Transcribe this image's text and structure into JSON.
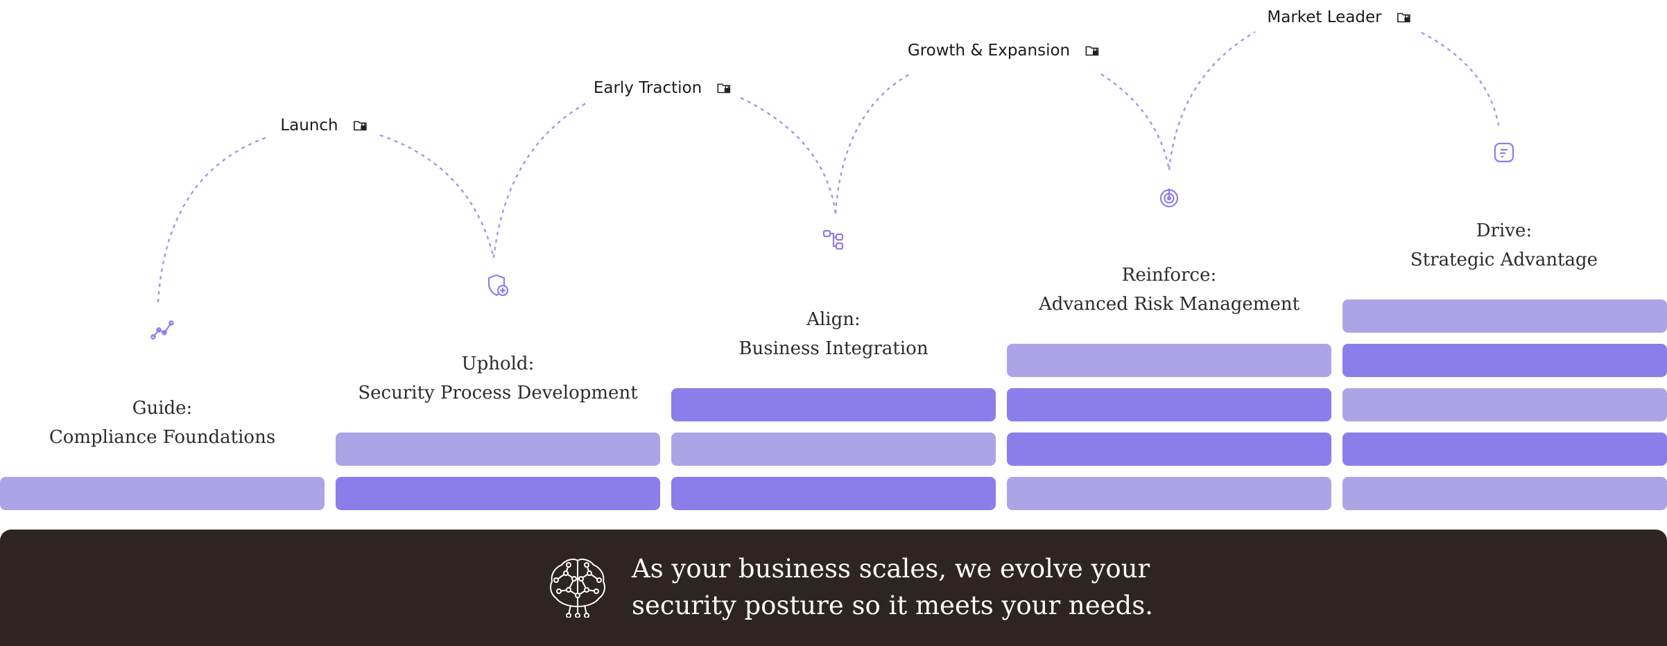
{
  "stages": [
    {
      "label": "Launch",
      "icon": "folder-lock-icon"
    },
    {
      "label": "Early Traction",
      "icon": "folder-lock-icon"
    },
    {
      "label": "Growth & Expansion",
      "icon": "folder-lock-icon"
    },
    {
      "label": "Market Leader",
      "icon": "folder-lock-icon"
    }
  ],
  "phases": [
    {
      "verb": "Guide:",
      "subtitle": "Compliance Foundations",
      "icon": "line-chart-icon",
      "blocks": [
        "light"
      ]
    },
    {
      "verb": "Uphold:",
      "subtitle": "Security Process Development",
      "icon": "shield-plus-icon",
      "blocks": [
        "light",
        "dark"
      ]
    },
    {
      "verb": "Align:",
      "subtitle": "Business Integration",
      "icon": "workflow-icon",
      "blocks": [
        "dark",
        "light",
        "dark"
      ]
    },
    {
      "verb": "Reinforce:",
      "subtitle": "Advanced Risk Management",
      "icon": "target-icon",
      "blocks": [
        "light",
        "dark",
        "dark",
        "light"
      ]
    },
    {
      "verb": "Drive:",
      "subtitle": "Strategic Advantage",
      "icon": "document-icon",
      "blocks": [
        "light",
        "dark",
        "light",
        "dark",
        "light"
      ]
    }
  ],
  "banner": {
    "line1": "As your business scales, we evolve your",
    "line2": "security posture so it meets your needs.",
    "icon": "brain-network-icon"
  },
  "colors": {
    "block_light": "#ada4e8",
    "block_dark": "#8c7eea",
    "accent": "#8c7eea",
    "banner_bg": "#2e2523",
    "banner_text": "#ffffff"
  }
}
